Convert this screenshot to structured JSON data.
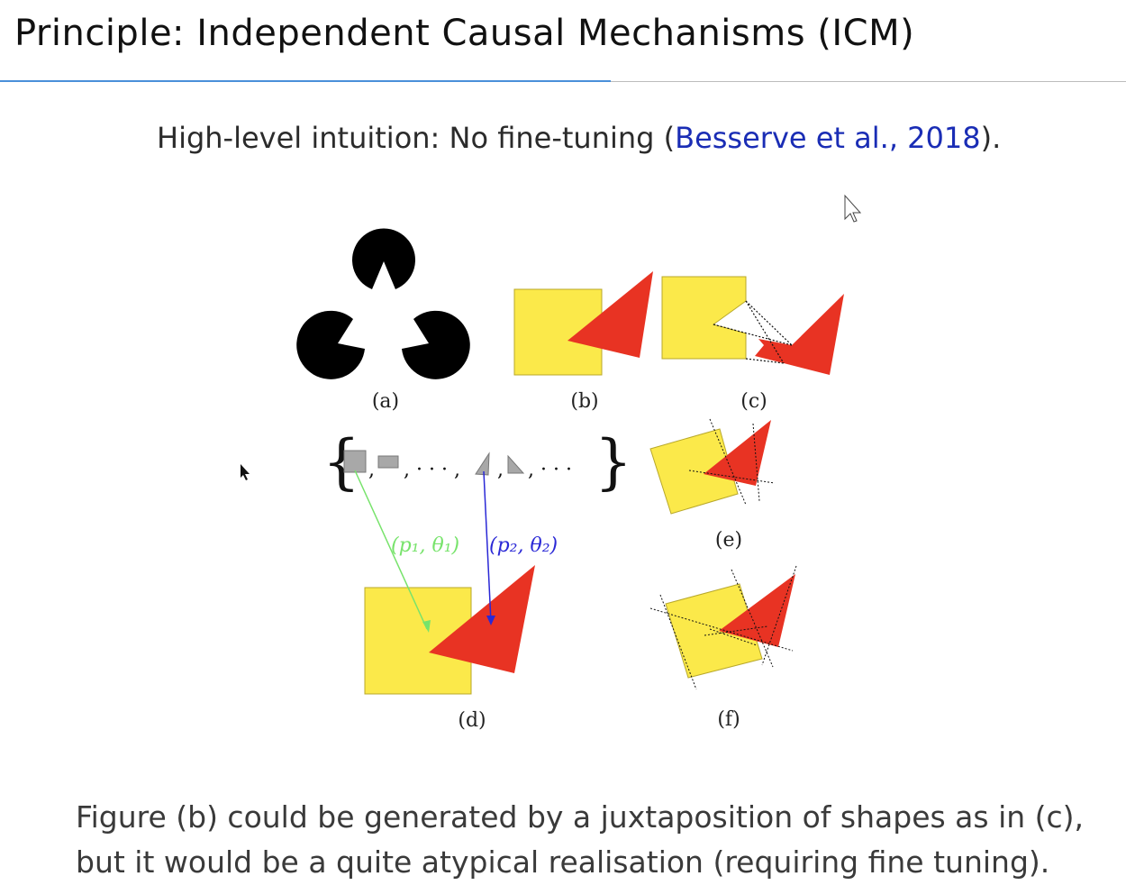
{
  "header": {
    "title": "Principle: Independent Causal Mechanisms (ICM)"
  },
  "intuition": {
    "prefix": "High-level intuition: No fine-tuning (",
    "citation": "Besserve et al., 2018",
    "suffix": ")."
  },
  "figure": {
    "labels": {
      "a": "(a)",
      "b": "(b)",
      "c": "(c)",
      "d": "(d)",
      "e": "(e)",
      "f": "(f)"
    },
    "brace_open": "{",
    "brace_close": "}",
    "separators": [
      ",",
      ", · · · ,",
      ",",
      ", · · ·"
    ],
    "param1": "(p₁, θ₁)",
    "param2": "(p₂, θ₂)",
    "colors": {
      "square": "#fbe94a",
      "triangle": "#e83323",
      "param1": "#77e36b",
      "param2": "#2a28d6",
      "proto": "#a8a8a8"
    }
  },
  "caption": {
    "line1": "Figure (b) could be generated by a juxtaposition of shapes as in (c),",
    "line2": "but it would be a quite atypical realisation (requiring fine tuning)."
  }
}
